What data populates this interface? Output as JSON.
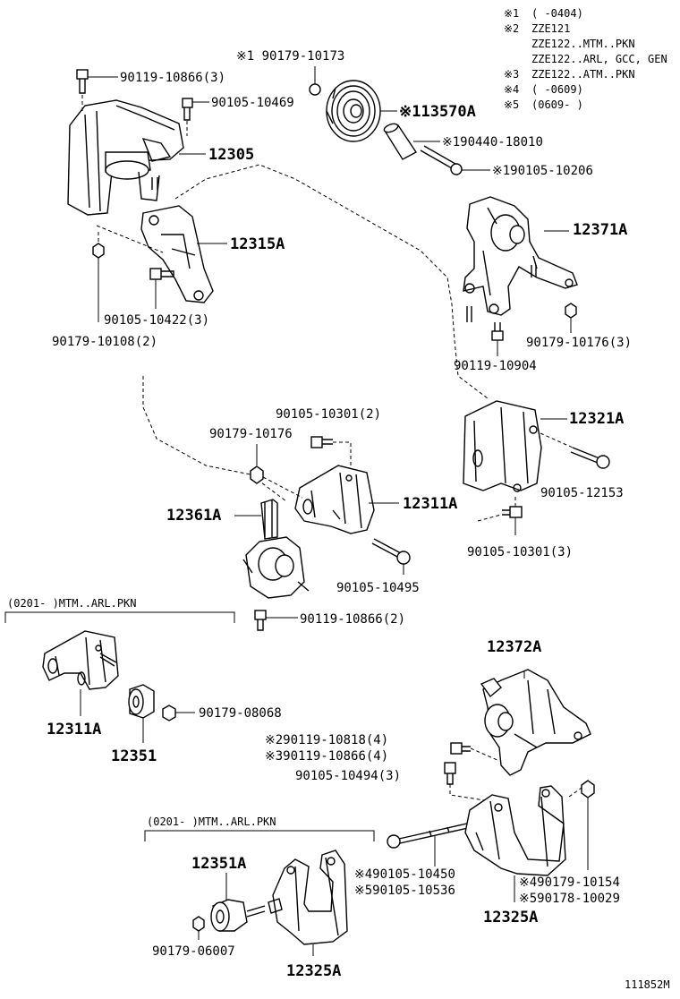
{
  "notes": [
    {
      "mark": "※1",
      "text": "(      -0404)"
    },
    {
      "mark": "※2",
      "text": "ZZE121"
    },
    {
      "mark": "",
      "text": "ZZE122..MTM..PKN"
    },
    {
      "mark": "",
      "text": "ZZE122..ARL, GCC, GEN"
    },
    {
      "mark": "※3",
      "text": "ZZE122..ATM..PKN"
    },
    {
      "mark": "※4",
      "text": "(      -0609)"
    },
    {
      "mark": "※5",
      "text": "(0609-      )"
    }
  ],
  "labels": {
    "p90119_10866_3": "90119-10866(3)",
    "p90105_10469": "90105-10469",
    "p90179_10173": "※1 90179-10173",
    "p13570A": "※113570A",
    "p12305": "12305",
    "p190440_18010": "※190440-18010",
    "p190105_10206": "※190105-10206",
    "p12315A": "12315A",
    "p12371A": "12371A",
    "p90105_10422_3": "90105-10422(3)",
    "p90179_10108_2": "90179-10108(2)",
    "p90179_10176_3": "90179-10176(3)",
    "p90119_10904": "90119-10904",
    "p90105_10301_2": "90105-10301(2)",
    "p90179_10176": "90179-10176",
    "p12321A": "12321A",
    "p12311A_top": "12311A",
    "p12361A": "12361A",
    "p90105_12153": "90105-12153",
    "p90105_10301_3": "90105-10301(3)",
    "p90105_10495": "90105-10495",
    "p90119_10866_2": "90119-10866(2)",
    "p12311A_low": "12311A",
    "p90179_08068": "90179-08068",
    "p12351": "12351",
    "p12372A": "12372A",
    "p90119_10818_4": "※290119-10818(4)",
    "p90119_10866_4": "※390119-10866(4)",
    "p90105_10494_3": "90105-10494(3)",
    "p12351A": "12351A",
    "p90105_10450": "※490105-10450",
    "p90105_10536": "※590105-10536",
    "p90179_10154": "※490179-10154",
    "p90178_10029": "※590178-10029",
    "p12325A_right": "12325A",
    "p90179_06007": "90179-06007",
    "p12325A_low": "12325A"
  },
  "groups": {
    "g1": "(0201-      )MTM..ARL.PKN",
    "g2": "(0201-      )MTM..ARL.PKN"
  },
  "drawing_code": "111852M"
}
